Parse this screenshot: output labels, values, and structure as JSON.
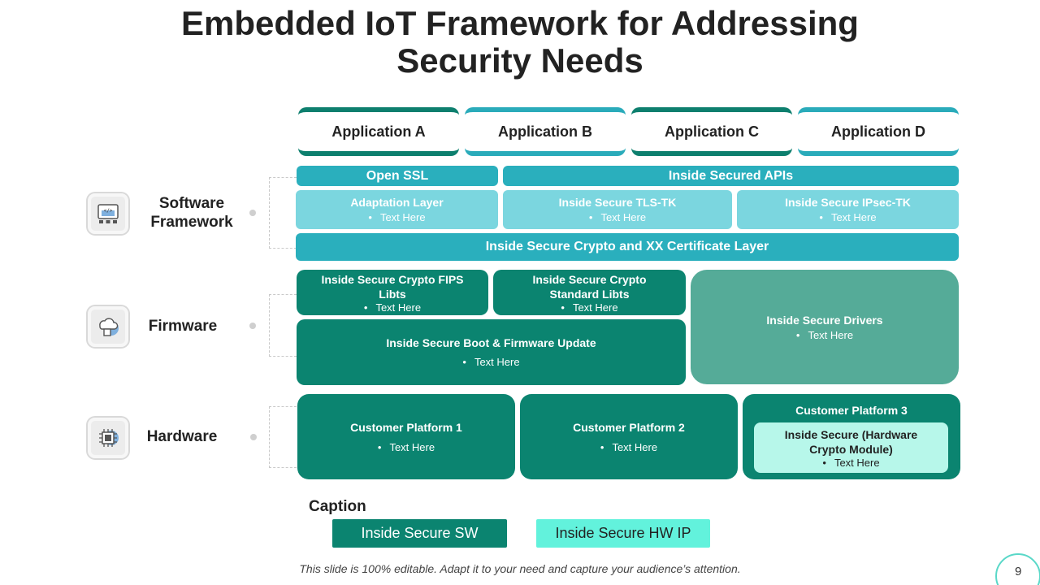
{
  "title": "Embedded IoT Framework  for Addressing Security Needs",
  "applications": [
    "Application A",
    "Application B",
    "Application C",
    "Application D"
  ],
  "bullet_text": "Text Here",
  "layers": {
    "software": {
      "label": "Software Framework",
      "icon": "code-screen-icon",
      "open_ssl": "Open SSL",
      "secured_apis": "Inside Secured APIs",
      "adaptation_layer": "Adaptation Layer",
      "tls_tk": "Inside Secure TLS-TK",
      "ipsec_tk": "Inside Secure IPsec-TK",
      "crypto_certificate": "Inside Secure Crypto and XX Certificate Layer"
    },
    "firmware": {
      "label": "Firmware",
      "icon": "cloud-chip-icon",
      "fips": "Inside Secure Crypto FIPS Libts",
      "standard": "Inside Secure Crypto Standard Libts",
      "boot": "Inside Secure Boot & Firmware Update",
      "drivers": "Inside Secure Drivers"
    },
    "hardware": {
      "label": "Hardware",
      "icon": "processor-chip-icon",
      "platform1": "Customer Platform 1",
      "platform2": "Customer Platform 2",
      "platform3": "Customer Platform 3",
      "hw_module": "Inside Secure (Hardware Crypto Module)"
    }
  },
  "caption": {
    "title": "Caption",
    "sw": "Inside Secure SW",
    "hw": "Inside Secure HW IP"
  },
  "footer": "This slide is 100% editable.  Adapt it to your need and capture your audience’s attention.",
  "page_number": "9",
  "colors": {
    "dark_green": "#0b8470",
    "teal": "#2aafbd",
    "light_teal": "#7bd6df",
    "mid_green": "#55ab98",
    "mint": "#b7f7ea",
    "legend_hw": "#62f2dc"
  }
}
